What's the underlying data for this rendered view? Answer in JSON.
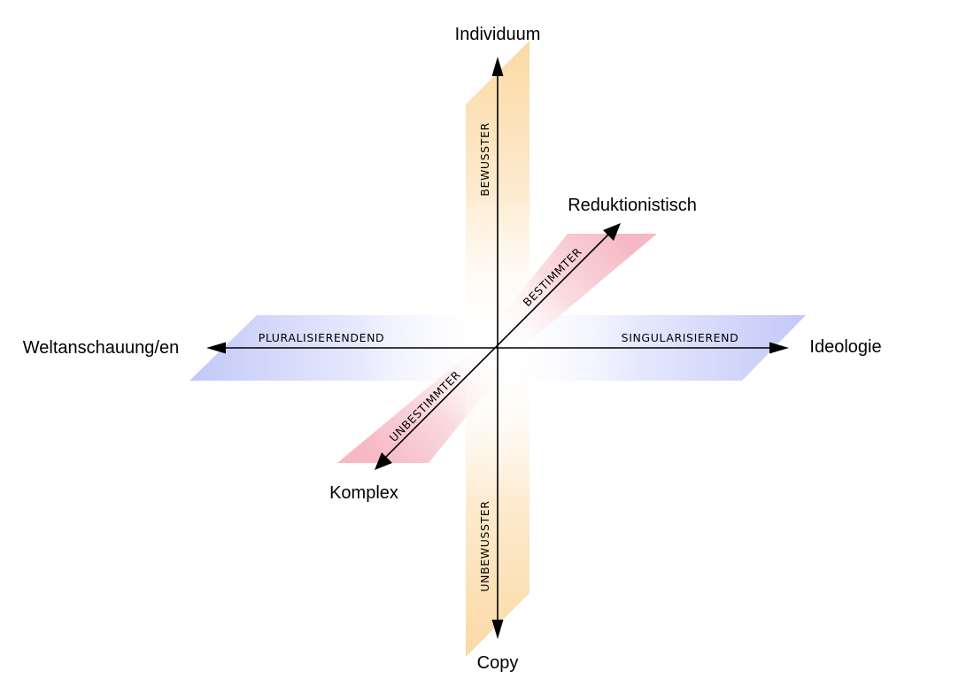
{
  "poles": {
    "top": "Individuum",
    "bottom": "Copy",
    "left": "Weltanschauung/en",
    "right": "Ideologie",
    "diagonal_up": "Reduktionistisch",
    "diagonal_down": "Komplex"
  },
  "bands": {
    "vertical_up": "BEWUSSTER",
    "vertical_down": "UNBEWUSSTER",
    "horizontal_left": "PLURALISIERENDEND",
    "horizontal_right": "SINGULARISIEREND",
    "diagonal_up": "BESTIMMTER",
    "diagonal_down": "UNBESTIMMTER"
  },
  "colors": {
    "vertical_band": "#fbd9a4",
    "horizontal_band": "#c3c9f8",
    "diagonal_band": "#f6b8c2",
    "axis": "#000000",
    "text": "#000000",
    "background": "#ffffff"
  }
}
